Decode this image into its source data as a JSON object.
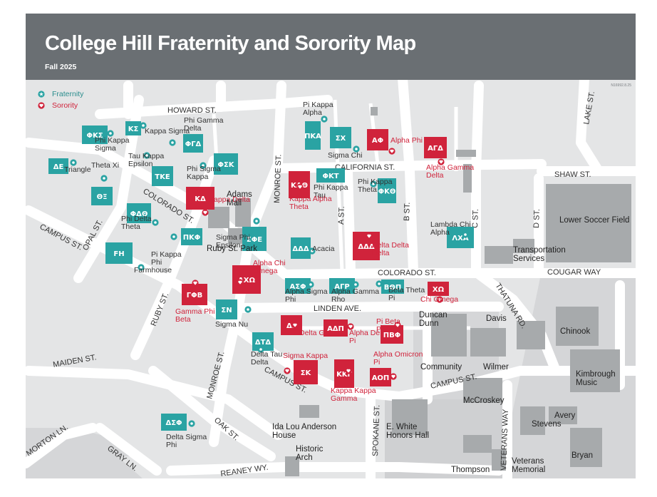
{
  "title": "College Hill Fraternity and Sorority Map",
  "subtitle": "Fall 2025",
  "map_code": "N16992.8.25",
  "colors": {
    "fraternity": "#2aa3a3",
    "sorority": "#d0233b",
    "header": "#6a6f73",
    "street": "#ffffff",
    "ground": "#e4e5e6",
    "building": "#a7aaac"
  },
  "legend": [
    {
      "label": "Fraternity",
      "type": "fraternity",
      "icon": "star-circle-icon"
    },
    {
      "label": "Sorority",
      "type": "sorority",
      "icon": "heart-circle-icon"
    }
  ],
  "streets": [
    "HOWARD ST.",
    "CALIFORNIA ST.",
    "COLORADO ST.",
    "COLORADO ST.",
    "LINDEN AVE.",
    "CAMPUS ST.",
    "CAMPUS ST.",
    "CAMPUS ST.",
    "MAIDEN ST.",
    "OAK ST.",
    "REANEY WY.",
    "MORTON LN.",
    "GRAY LN.",
    "OPAL ST.",
    "RUBY ST.",
    "MONROE ST.",
    "MONROE ST.",
    "A ST.",
    "B ST.",
    "C ST.",
    "D ST.",
    "LAKE ST.",
    "SHAW ST.",
    "COUGAR WAY",
    "THATUNA RD.",
    "SPOKANE ST.",
    "VETERANS WAY"
  ],
  "fraternities": [
    {
      "letters": "ΦΚΣ",
      "name": "Phi Kappa Sigma"
    },
    {
      "letters": "ΚΣ",
      "name": "Kappa Sigma"
    },
    {
      "letters": "ΦΓΔ",
      "name": "Phi Gamma Delta"
    },
    {
      "letters": "ΔΕ",
      "name": "Triangle"
    },
    {
      "letters": "ΘΞ",
      "name": "Theta Xi"
    },
    {
      "letters": "ΤΚΕ",
      "name": "Tau Kappa Epsilon"
    },
    {
      "letters": "ΦΣΚ",
      "name": "Phi Sigma Kappa"
    },
    {
      "letters": "ΦΔΘ",
      "name": "Phi Delta Theta"
    },
    {
      "letters": "ΠΚΦ",
      "name": "Pi Kappa Phi"
    },
    {
      "letters": "ΣΦΕ",
      "name": "Sigma Phi Epsilon"
    },
    {
      "letters": "FH",
      "name": "Farmhouse"
    },
    {
      "letters": "ΣΝ",
      "name": "Sigma Nu"
    },
    {
      "letters": "ΔΤΔ",
      "name": "Delta Tau Delta"
    },
    {
      "letters": "ΔΣΦ",
      "name": "Delta Sigma Phi"
    },
    {
      "letters": "ΠΚΑ",
      "name": "Pi Kappa Alpha"
    },
    {
      "letters": "ΣΧ",
      "name": "Sigma Chi"
    },
    {
      "letters": "ΦΚΤ",
      "name": "Phi Kappa Tau"
    },
    {
      "letters": "ΦΚΘ",
      "name": "Phi Kappa Theta"
    },
    {
      "letters": "ΔΔΔ",
      "name": "Acacia"
    },
    {
      "letters": "ΛΧΑ",
      "name": "Lambda Chi Alpha"
    },
    {
      "letters": "ΑΣΦ",
      "name": "Alpha Sigma Phi"
    },
    {
      "letters": "ΑΓΡ",
      "name": "Alpha Gamma Rho"
    },
    {
      "letters": "ΒΘΠ",
      "name": "Beta Theta Pi"
    }
  ],
  "sororities": [
    {
      "letters": "ΚΔ",
      "name": "Kappa Delta"
    },
    {
      "letters": "ΑΧΩ",
      "name": "Alpha Chi Omega"
    },
    {
      "letters": "ΓΦΒ",
      "name": "Gamma Phi Beta"
    },
    {
      "letters": "ΚΑΘ",
      "name": "Kappa Alpha Theta"
    },
    {
      "letters": "ΑΦ",
      "name": "Alpha Phi"
    },
    {
      "letters": "ΑΓΔ",
      "name": "Alpha Gamma Delta"
    },
    {
      "letters": "ΔΔΔ",
      "name": "Delta Delta Delta"
    },
    {
      "letters": "ΧΩ",
      "name": "Chi Omega"
    },
    {
      "letters": "ΔΓ",
      "name": "Delta Gamma"
    },
    {
      "letters": "ΑΔΠ",
      "name": "Alpha Delta Pi"
    },
    {
      "letters": "ΠΒΦ",
      "name": "Pi Beta Phi"
    },
    {
      "letters": "ΣΚ",
      "name": "Sigma Kappa"
    },
    {
      "letters": "ΚΚΓ",
      "name": "Kappa Kappa Gamma"
    },
    {
      "letters": "ΑΟΠ",
      "name": "Alpha Omicron Pi"
    }
  ],
  "landmarks": [
    "Adams Mall",
    "Ruby St. Park",
    "Ida Lou Anderson House",
    "Historic Arch",
    "Lower Soccer Field",
    "Transportation Services",
    "Duncan Dunn",
    "Davis",
    "Community",
    "Wilmer",
    "Chinook",
    "Kimbrough Music",
    "McCroskey",
    "Stevens",
    "Avery",
    "Bryan",
    "E. White Honors Hall",
    "Thompson",
    "Veterans Memorial"
  ]
}
